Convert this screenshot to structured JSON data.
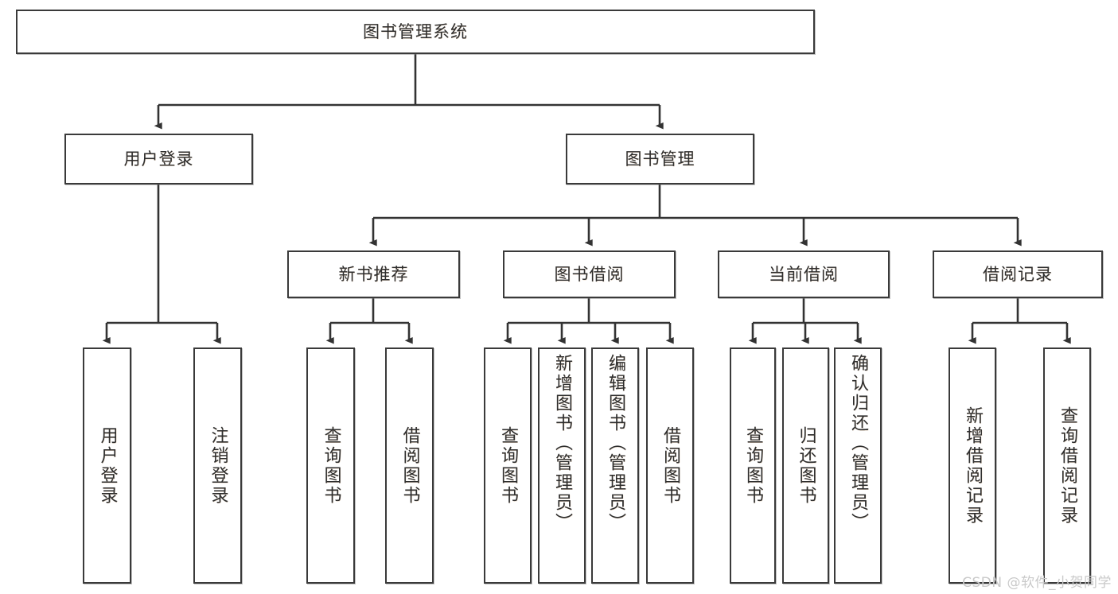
{
  "diagram": {
    "title": "图书管理系统",
    "type": "tree",
    "colors": {
      "box_border": "#3a3a3a",
      "box_fill": "#ffffff",
      "connector": "#333333",
      "text": "#2e2e2e",
      "watermark": "#c9c9c9"
    },
    "root": {
      "label": "图书管理系统"
    },
    "level2": [
      {
        "label": "用户登录"
      },
      {
        "label": "图书管理"
      }
    ],
    "level3": [
      {
        "label": "新书推荐"
      },
      {
        "label": "图书借阅"
      },
      {
        "label": "当前借阅"
      },
      {
        "label": "借阅记录"
      }
    ],
    "leaves": {
      "user_login": [
        {
          "label": "用户登录"
        },
        {
          "label": "注销登录"
        }
      ],
      "new_book": [
        {
          "label": "查询图书"
        },
        {
          "label": "借阅图书"
        }
      ],
      "book_borrow": [
        {
          "label": "查询图书"
        },
        {
          "label": "新增图书（管理员）"
        },
        {
          "label": "编辑图书（管理员）"
        },
        {
          "label": "借阅图书"
        }
      ],
      "current_borrow": [
        {
          "label": "查询图书"
        },
        {
          "label": "归还图书"
        },
        {
          "label": "确认归还（管理员）"
        }
      ],
      "borrow_record": [
        {
          "label": "新增借阅记录"
        },
        {
          "label": "查询借阅记录"
        }
      ]
    }
  },
  "watermark": {
    "text": "CSDN @软件_小贺同学"
  }
}
